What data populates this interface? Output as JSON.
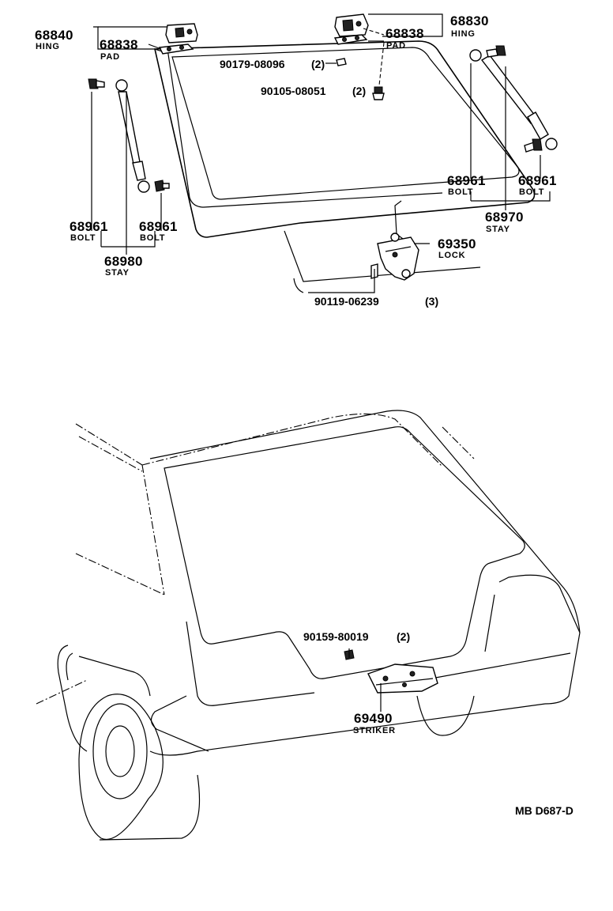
{
  "labels": {
    "hing_left": {
      "num": "68840",
      "sub": "HING"
    },
    "pad_left": {
      "num": "68838",
      "sub": "PAD"
    },
    "hing_right": {
      "num": "68830",
      "sub": "HING"
    },
    "pad_right": {
      "num": "68838",
      "sub": "PAD"
    },
    "nut_hinge": {
      "num": "90179-08096",
      "qty": "(2)"
    },
    "bolt_hinge": {
      "num": "90105-08051",
      "qty": "(2)"
    },
    "bolt_stay_right_a": {
      "num": "68961",
      "sub": "BOLT"
    },
    "bolt_stay_right_b": {
      "num": "68961",
      "sub": "BOLT"
    },
    "stay_right": {
      "num": "68970",
      "sub": "STAY"
    },
    "bolt_stay_left_a": {
      "num": "68961",
      "sub": "BOLT"
    },
    "bolt_stay_left_b": {
      "num": "68961",
      "sub": "BOLT"
    },
    "stay_left": {
      "num": "68980",
      "sub": "STAY"
    },
    "lock": {
      "num": "69350",
      "sub": "LOCK"
    },
    "screw_lock": {
      "num": "90119-06239",
      "qty": "(3)"
    },
    "screw_striker": {
      "num": "90159-80019",
      "qty": "(2)"
    },
    "striker": {
      "num": "69490",
      "sub": "STRIKER"
    }
  },
  "ref_code": "MB D687-D"
}
